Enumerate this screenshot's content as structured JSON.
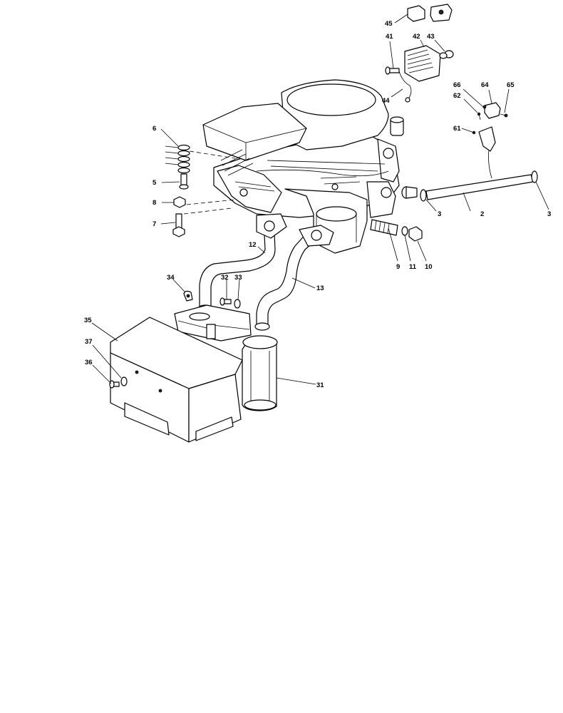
{
  "callouts": {
    "c2": "2",
    "c3a": "3",
    "c3b": "3",
    "c5": "5",
    "c6": "6",
    "c7": "7",
    "c8": "8",
    "c9": "9",
    "c10": "10",
    "c11": "11",
    "c12": "12",
    "c13": "13",
    "c31": "31",
    "c32": "32",
    "c33": "33",
    "c34": "34",
    "c35": "35",
    "c36": "36",
    "c37": "37",
    "c41": "41",
    "c42": "42",
    "c43": "43",
    "c44": "44",
    "c45": "45",
    "c61": "61",
    "c62": "62",
    "c64": "64",
    "c65": "65",
    "c66": "66"
  }
}
